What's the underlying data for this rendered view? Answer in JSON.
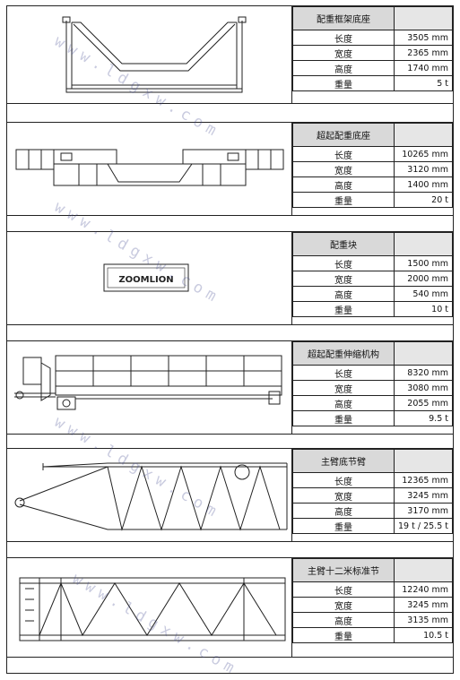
{
  "sections": [
    {
      "title": "配重框架底座",
      "rows": [
        {
          "label": "长度",
          "value": "3505 mm"
        },
        {
          "label": "宽度",
          "value": "2365 mm"
        },
        {
          "label": "高度",
          "value": "1740 mm"
        },
        {
          "label": "重量",
          "value": "5 t"
        }
      ]
    },
    {
      "title": "超起配重底座",
      "rows": [
        {
          "label": "长度",
          "value": "10265 mm"
        },
        {
          "label": "宽度",
          "value": "3120 mm"
        },
        {
          "label": "高度",
          "value": "1400 mm"
        },
        {
          "label": "重量",
          "value": "20 t"
        }
      ]
    },
    {
      "title": "配重块",
      "rows": [
        {
          "label": "长度",
          "value": "1500 mm"
        },
        {
          "label": "宽度",
          "value": "2000 mm"
        },
        {
          "label": "高度",
          "value": "540 mm"
        },
        {
          "label": "重量",
          "value": "10 t"
        }
      ]
    },
    {
      "title": "超起配重伸缩机构",
      "rows": [
        {
          "label": "长度",
          "value": "8320 mm"
        },
        {
          "label": "宽度",
          "value": "3080 mm"
        },
        {
          "label": "高度",
          "value": "2055 mm"
        },
        {
          "label": "重量",
          "value": "9.5 t"
        }
      ]
    },
    {
      "title": "主臂底节臂",
      "rows": [
        {
          "label": "长度",
          "value": "12365 mm"
        },
        {
          "label": "宽度",
          "value": "3245 mm"
        },
        {
          "label": "高度",
          "value": "3170 mm"
        },
        {
          "label": "重量",
          "value": "19 t / 25.5 t"
        }
      ]
    },
    {
      "title": "主臂十二米标准节",
      "rows": [
        {
          "label": "长度",
          "value": "12240 mm"
        },
        {
          "label": "宽度",
          "value": "3245 mm"
        },
        {
          "label": "高度",
          "value": "3135 mm"
        },
        {
          "label": "重量",
          "value": "10.5 t"
        }
      ]
    }
  ],
  "counterweight_block_text": "ZOOMLION",
  "watermark_text": "www.ldgxw.com"
}
